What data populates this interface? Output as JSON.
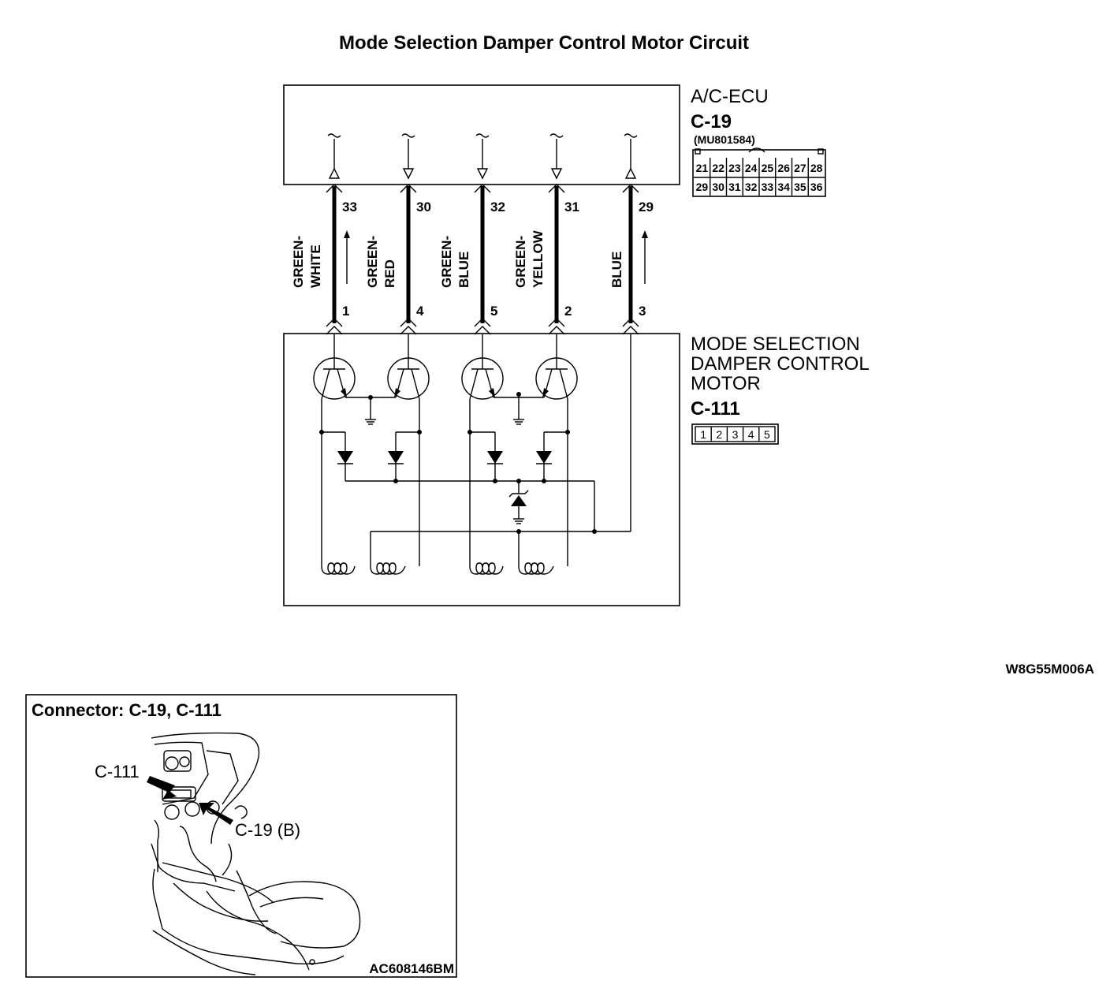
{
  "title": "Mode Selection Damper Control Motor Circuit",
  "ecu": {
    "name": "A/C-ECU",
    "connector": "C-19",
    "part_number": "(MU801584)",
    "pins_row1": [
      "21",
      "22",
      "23",
      "24",
      "25",
      "26",
      "27",
      "28"
    ],
    "pins_row2": [
      "29",
      "30",
      "31",
      "32",
      "33",
      "34",
      "35",
      "36"
    ]
  },
  "motor": {
    "name_line1": "MODE SELECTION",
    "name_line2": "DAMPER CONTROL",
    "name_line3": "MOTOR",
    "connector": "C-111",
    "pins": [
      "1",
      "2",
      "3",
      "4",
      "5"
    ]
  },
  "wires": [
    {
      "ecu_pin": "33",
      "motor_pin": "1",
      "color_line1": "GREEN-",
      "color_line2": "WHITE",
      "arrow": "up"
    },
    {
      "ecu_pin": "30",
      "motor_pin": "4",
      "color_line1": "GREEN-",
      "color_line2": "RED",
      "arrow": ""
    },
    {
      "ecu_pin": "32",
      "motor_pin": "5",
      "color_line1": "GREEN-",
      "color_line2": "BLUE",
      "arrow": ""
    },
    {
      "ecu_pin": "31",
      "motor_pin": "2",
      "color_line1": "GREEN-",
      "color_line2": "YELLOW",
      "arrow": ""
    },
    {
      "ecu_pin": "29",
      "motor_pin": "3",
      "color_line1": "BLUE",
      "color_line2": "",
      "arrow": "up"
    }
  ],
  "diagram_code": "W8G55M006A",
  "connector_box": {
    "title": "Connector: C-19, C-111",
    "callout_c111": "C-111",
    "callout_c19": "C-19 (B)",
    "figure_code": "AC608146BM"
  }
}
